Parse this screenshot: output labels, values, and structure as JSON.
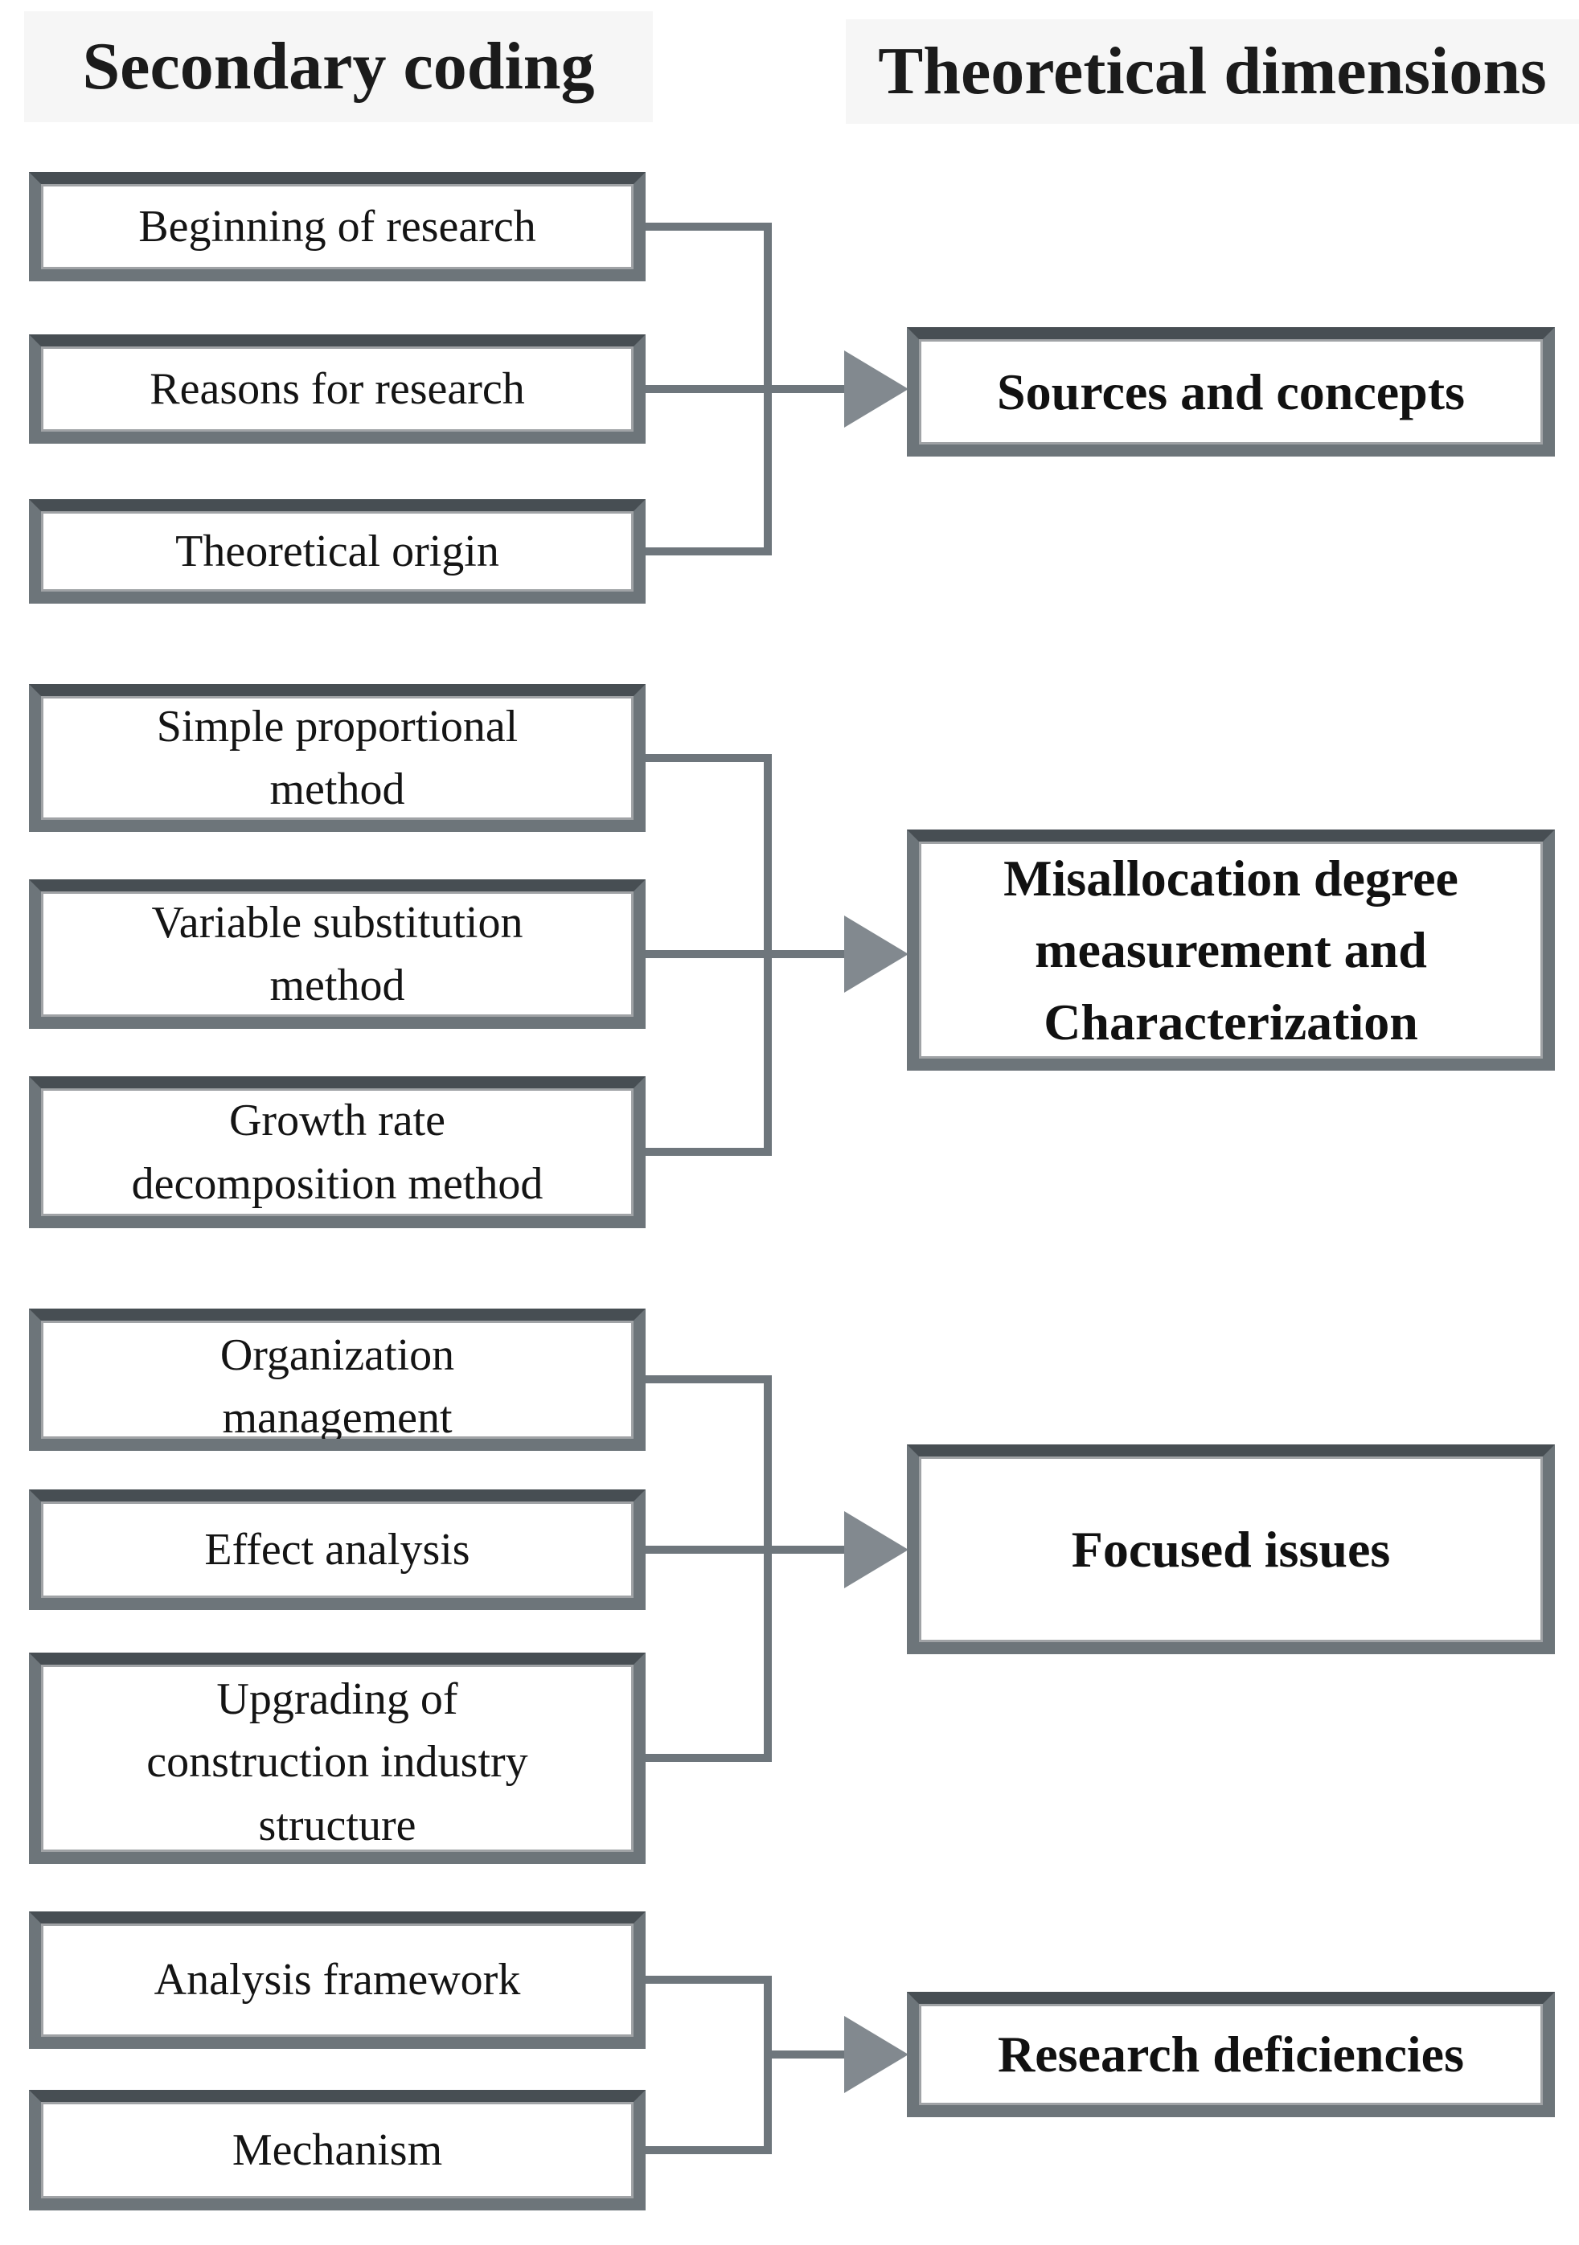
{
  "figure": {
    "left_column_title": "Secondary coding",
    "right_column_title": "Theoretical dimensions"
  },
  "groups": [
    {
      "codes": [
        "Beginning of research",
        "Reasons for research",
        "Theoretical origin"
      ],
      "dimension": "Sources and concepts"
    },
    {
      "codes": [
        "Simple proportional\nmethod",
        "Variable substitution\nmethod",
        "Growth rate\ndecomposition method"
      ],
      "dimension": "Misallocation degree\nmeasurement and\nCharacterization"
    },
    {
      "codes": [
        "Organization\nmanagement",
        "Effect analysis",
        "Upgrading of\nconstruction industry\nstructure"
      ],
      "dimension": "Focused issues"
    },
    {
      "codes": [
        "Analysis framework",
        "Mechanism"
      ],
      "dimension": "Research deficiencies"
    }
  ],
  "colors": {
    "connector": "#6e767c",
    "arrowhead": "#82898f",
    "box_border": "#6d757a",
    "box_border_top": "#474e53",
    "header_band": "#f6f6f6",
    "text": "#141414"
  }
}
